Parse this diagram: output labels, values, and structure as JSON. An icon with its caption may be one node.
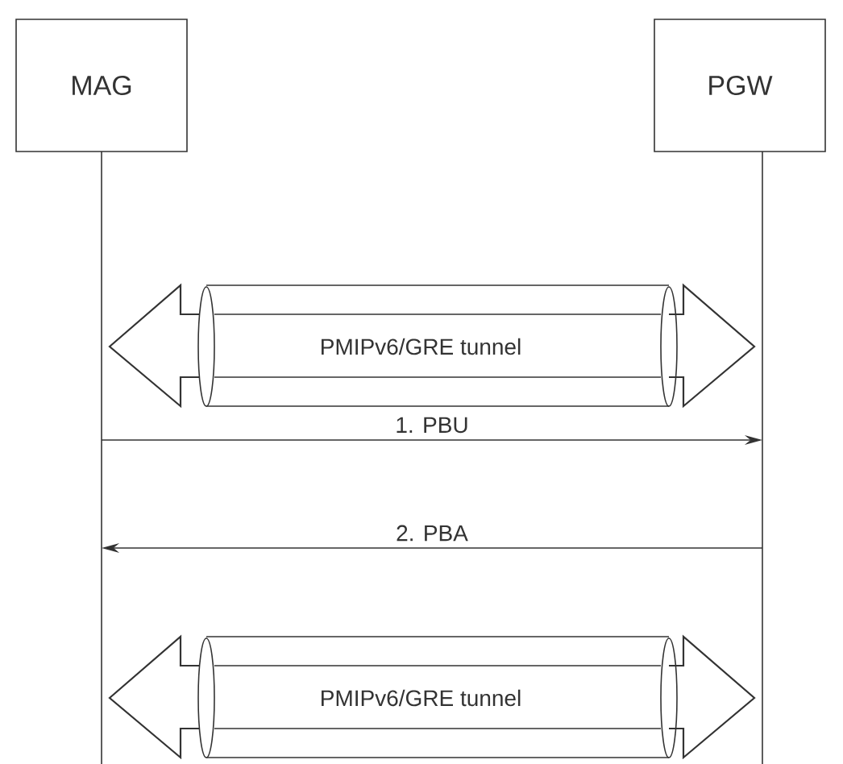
{
  "diagram": {
    "nodes": [
      {
        "text": [
          "MAG"
        ]
      },
      {
        "text": [
          "PGW"
        ]
      }
    ],
    "edges": [
      {
        "from": 0,
        "to": 1,
        "arrow": "both",
        "label": "PMIPv6/GRE tunnel",
        "style": "thick"
      },
      {
        "from": 0,
        "to": 1,
        "arrow": "to",
        "label": "1. PBU"
      },
      {
        "from": 1,
        "to": 0,
        "arrow": "to",
        "label": "2. PBA"
      },
      {
        "from": 0,
        "to": 1,
        "arrow": "both",
        "label": "PMIPv6/GRE tunnel",
        "style": "thick"
      }
    ]
  }
}
